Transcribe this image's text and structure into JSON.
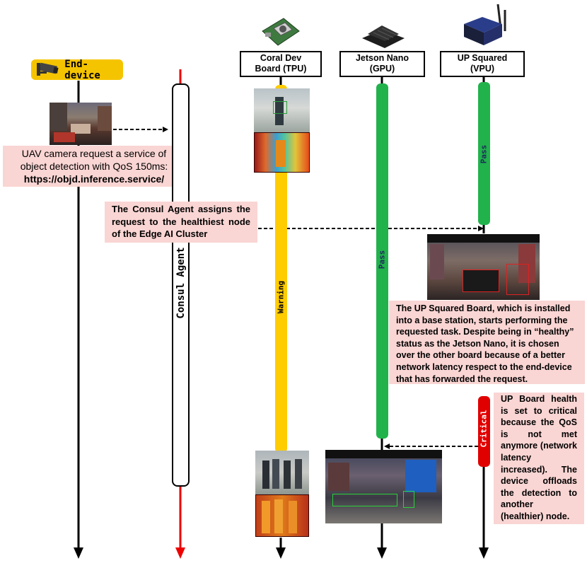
{
  "end_device": {
    "label": "End-device"
  },
  "nodes": [
    {
      "title_line1": "Coral Dev",
      "title_line2": "Board (TPU)",
      "status": "Warning"
    },
    {
      "title_line1": "Jetson Nano",
      "title_line2": "(GPU)",
      "status": "Pass"
    },
    {
      "title_line1": "UP Squared",
      "title_line2": "(VPU)",
      "status_top": "Pass",
      "status_bottom": "Critical"
    }
  ],
  "consul_agent": {
    "label": "Consul Agent"
  },
  "notes": {
    "uav_request_line1": "UAV camera request a service of",
    "uav_request_line2": "object detection with QoS 150ms:",
    "uav_request_url": "https://objd.inference.service/",
    "consul_assign": "The Consul Agent assigns the request to the healthiest node of the Edge AI Cluster",
    "up_squared": "The UP Squared Board, which is installed into a base station, starts performing the requested task. Despite being in “healthy” status as the Jetson Nano, it is chosen over the other board because of a better network latency respect to the end-device that has forwarded the request.",
    "up_health": "UP Board health is set to critical because the QoS is not met anymore (network latency increased). The device offloads the detection to another (healthier) node."
  },
  "colors": {
    "warning": "#ffcc00",
    "pass": "#22b24c",
    "critical": "#e00000",
    "consul_arrow": "#ee0000",
    "note_bg": "#f9d5d3",
    "end_device_bg": "#f5c400"
  }
}
